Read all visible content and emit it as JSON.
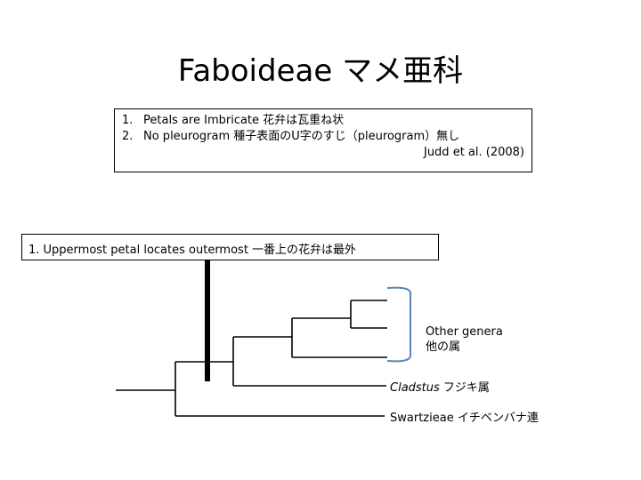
{
  "title": "Faboideae マメ亜科",
  "criteria": {
    "items": [
      {
        "num": "1.",
        "text": "Petals are Imbricate 花弁は瓦重ね状"
      },
      {
        "num": "2.",
        "text": "No pleurogram 種子表面のU字のすじ（pleurogram）無し"
      }
    ],
    "reference": "Judd et al. (2008)"
  },
  "node_label": "1. Uppermost petal locates outermost 一番上の花弁は最外",
  "tree": {
    "other_genera": {
      "en": "Other genera",
      "ja": "他の属"
    },
    "cladstus": {
      "italic": "Cladstus",
      "ja": " フジキ属"
    },
    "swartzieae": "Swartzieae イチベンバナ連",
    "bracket_color": "#5b84b8"
  }
}
